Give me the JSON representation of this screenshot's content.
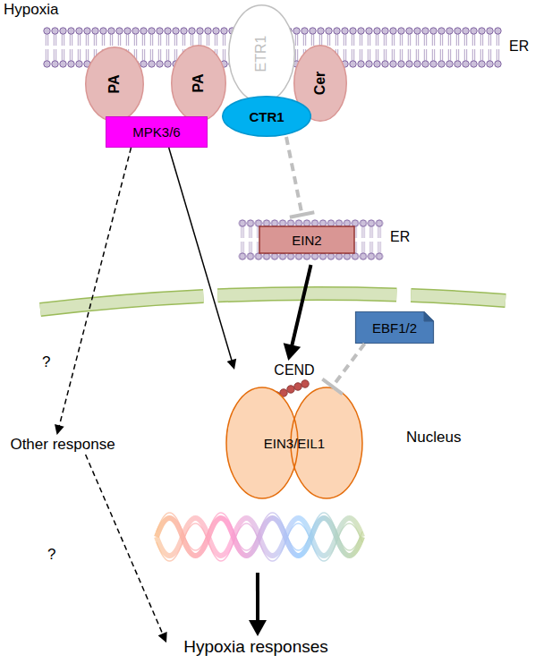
{
  "diagram": {
    "nodes": [
      {
        "text": [
          "PA"
        ]
      },
      {
        "text": [
          "PA"
        ]
      },
      {
        "text": [
          "ETR1"
        ]
      },
      {
        "text": [
          "Cer"
        ]
      },
      {
        "text": [
          "CTR1"
        ]
      },
      {
        "text": [
          "MPK3/6"
        ]
      },
      {
        "text": [
          "EIN2"
        ]
      },
      {
        "text": [
          "EBF1/2"
        ]
      },
      {
        "text": [
          "CEND"
        ]
      },
      {
        "text": [
          "Other response"
        ]
      },
      {
        "text": [
          "EIN3/EIL1"
        ]
      },
      {
        "text": [
          "Hypoxia responses"
        ]
      }
    ],
    "edges": [
      {
        "from": 4,
        "to": 6,
        "arrow": "to"
      },
      {
        "from": 5,
        "to": 9,
        "label": "?",
        "arrow": "to"
      },
      {
        "from": 5,
        "to": 8,
        "arrow": "to"
      },
      {
        "from": 6,
        "to": 8,
        "arrow": "to"
      },
      {
        "from": 7,
        "to": 10,
        "arrow": "to"
      },
      {
        "from": 9,
        "to": 11,
        "label": "?",
        "arrow": "to"
      },
      {
        "from": 10,
        "to": 11,
        "arrow": "to"
      }
    ],
    "labels": [
      "Hypoxia",
      "ER",
      "ER",
      "Nucleus"
    ]
  }
}
